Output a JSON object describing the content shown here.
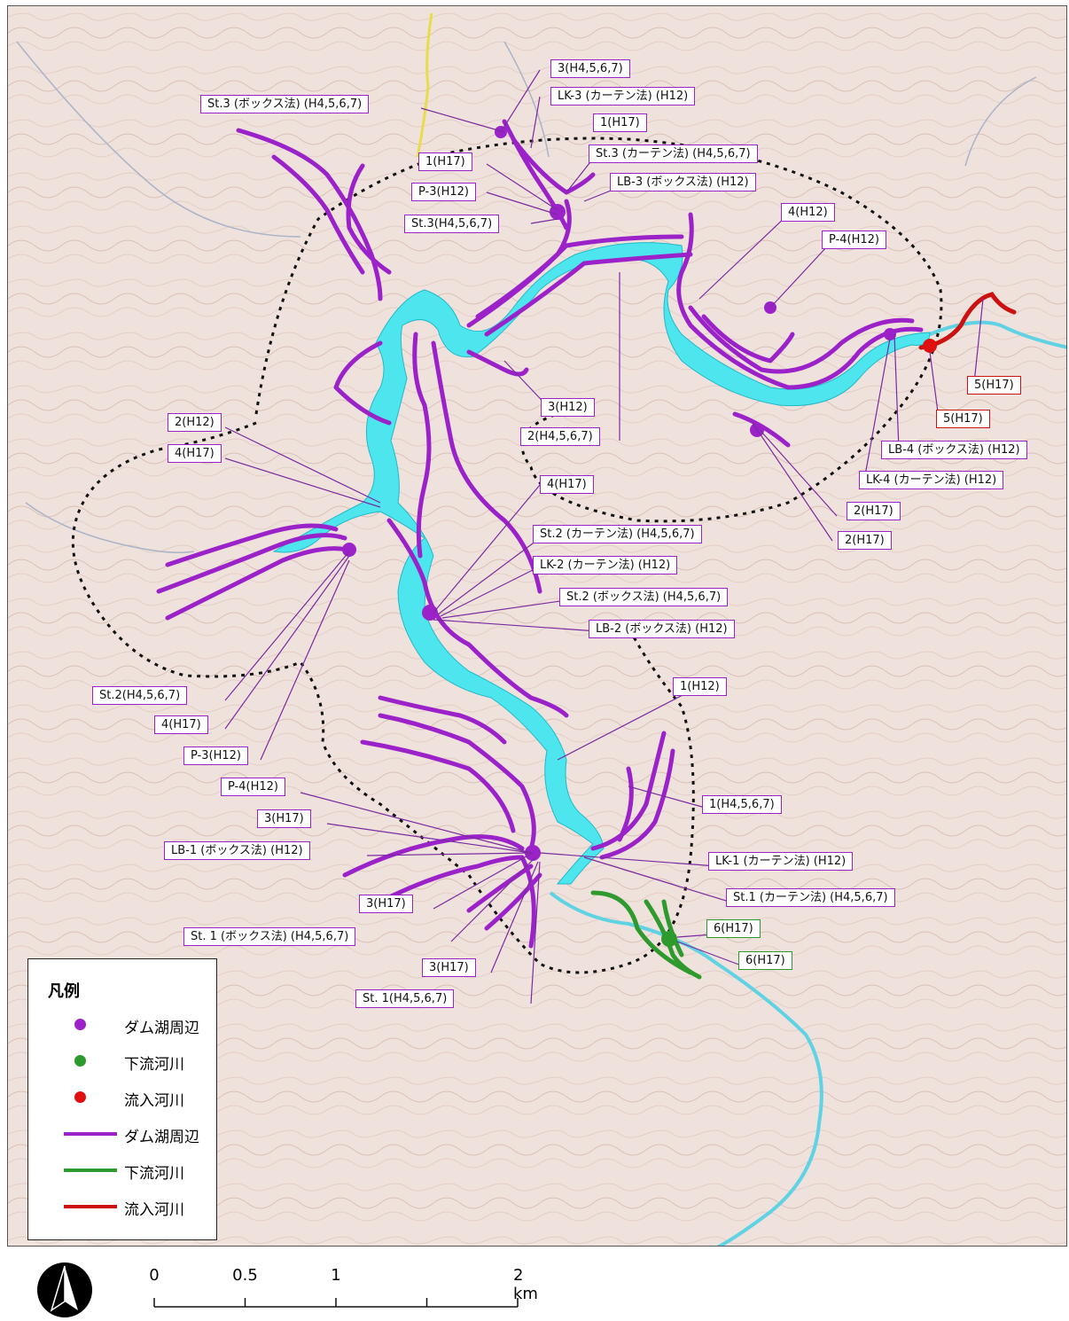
{
  "map": {
    "labels": [
      {
        "text": "3(H4,5,6,7)",
        "cls": ""
      },
      {
        "text": "LK-3 (カーテン法) (H12)",
        "cls": ""
      },
      {
        "text": "St.3 (ボックス法) (H4,5,6,7)",
        "cls": ""
      },
      {
        "text": "1(H17)",
        "cls": ""
      },
      {
        "text": "St.3 (カーテン法) (H4,5,6,7)",
        "cls": ""
      },
      {
        "text": "1(H17)",
        "cls": ""
      },
      {
        "text": "LB-3 (ボックス法) (H12)",
        "cls": ""
      },
      {
        "text": "P-3(H12)",
        "cls": ""
      },
      {
        "text": "St.3(H4,5,6,7)",
        "cls": ""
      },
      {
        "text": "4(H12)",
        "cls": ""
      },
      {
        "text": "P-4(H12)",
        "cls": ""
      },
      {
        "text": "5(H17)",
        "cls": "r"
      },
      {
        "text": "5(H17)",
        "cls": "r"
      },
      {
        "text": "3(H12)",
        "cls": ""
      },
      {
        "text": "2(H4,5,6,7)",
        "cls": ""
      },
      {
        "text": "2(H12)",
        "cls": ""
      },
      {
        "text": "4(H17)",
        "cls": ""
      },
      {
        "text": "LB-4 (ボックス法) (H12)",
        "cls": ""
      },
      {
        "text": "LK-4 (カーテン法) (H12)",
        "cls": ""
      },
      {
        "text": "4(H17)",
        "cls": ""
      },
      {
        "text": "2(H17)",
        "cls": ""
      },
      {
        "text": "2(H17)",
        "cls": ""
      },
      {
        "text": "St.2 (カーテン法) (H4,5,6,7)",
        "cls": ""
      },
      {
        "text": "LK-2 (カーテン法) (H12)",
        "cls": ""
      },
      {
        "text": "St.2 (ボックス法) (H4,5,6,7)",
        "cls": ""
      },
      {
        "text": "LB-2 (ボックス法) (H12)",
        "cls": ""
      },
      {
        "text": "St.2(H4,5,6,7)",
        "cls": ""
      },
      {
        "text": "4(H17)",
        "cls": ""
      },
      {
        "text": "1(H12)",
        "cls": ""
      },
      {
        "text": "P-3(H12)",
        "cls": ""
      },
      {
        "text": "P-4(H12)",
        "cls": ""
      },
      {
        "text": "1(H4,5,6,7)",
        "cls": ""
      },
      {
        "text": "3(H17)",
        "cls": ""
      },
      {
        "text": "LB-1 (ボックス法) (H12)",
        "cls": ""
      },
      {
        "text": "LK-1 (カーテン法) (H12)",
        "cls": ""
      },
      {
        "text": "St.1 (カーテン法) (H4,5,6,7)",
        "cls": ""
      },
      {
        "text": "3(H17)",
        "cls": ""
      },
      {
        "text": "6(H17)",
        "cls": "g"
      },
      {
        "text": "St. 1 (ボックス法) (H4,5,6,7)",
        "cls": ""
      },
      {
        "text": "6(H17)",
        "cls": "g"
      },
      {
        "text": "3(H17)",
        "cls": ""
      },
      {
        "text": "St. 1(H4,5,6,7)",
        "cls": ""
      }
    ]
  },
  "legend": {
    "title": "凡例",
    "items": [
      {
        "kind": "dot",
        "color": "#9b22c8",
        "text": "ダム湖周辺"
      },
      {
        "kind": "dot",
        "color": "#2e9a2e",
        "text": "下流河川"
      },
      {
        "kind": "dot",
        "color": "#e01010",
        "text": "流入河川"
      },
      {
        "kind": "line",
        "color": "#9b22c8",
        "text": "ダム湖周辺"
      },
      {
        "kind": "line",
        "color": "#2e9a2e",
        "text": "下流河川"
      },
      {
        "kind": "line",
        "color": "#cc1111",
        "text": "流入河川"
      }
    ]
  },
  "scale": {
    "ticks": [
      {
        "label": "0",
        "value": 0
      },
      {
        "label": "0.5",
        "value": 0.5
      },
      {
        "label": "1",
        "value": 1
      },
      {
        "label": "2 km",
        "value": 2
      }
    ]
  }
}
